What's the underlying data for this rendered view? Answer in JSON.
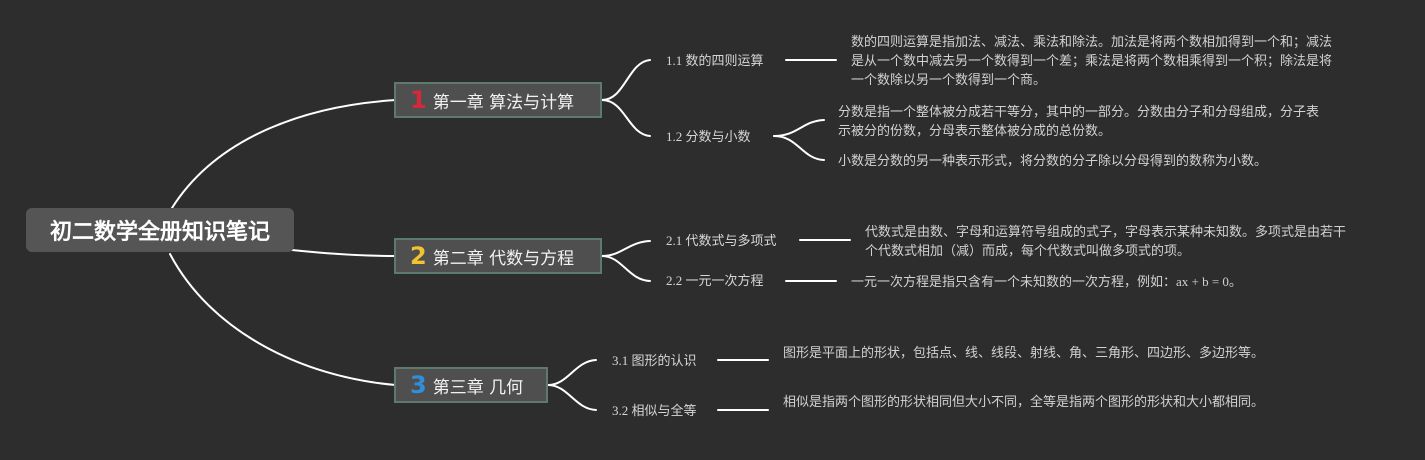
{
  "root": {
    "title": "初二数学全册知识笔记"
  },
  "chapters": [
    {
      "number": "1",
      "number_color": "#d6283a",
      "title": "第一章 算法与计算",
      "sections": [
        {
          "title": "1.1 数的四则运算",
          "descriptions": [
            "数的四则运算是指加法、减法、乘法和除法。加法是将两个数相加得到一个和；减法是从一个数中减去另一个数得到一个差；乘法是将两个数相乘得到一个积；除法是将一个数除以另一个数得到一个商。"
          ]
        },
        {
          "title": "1.2 分数与小数",
          "descriptions": [
            "分数是指一个整体被分成若干等分，其中的一部分。分数由分子和分母组成，分子表示被分的份数，分母表示整体被分成的总份数。",
            "小数是分数的另一种表示形式，将分数的分子除以分母得到的数称为小数。"
          ]
        }
      ]
    },
    {
      "number": "2",
      "number_color": "#f2c230",
      "title": "第二章 代数与方程",
      "sections": [
        {
          "title": "2.1 代数式与多项式",
          "descriptions": [
            "代数式是由数、字母和运算符号组成的式子，字母表示某种未知数。多项式是由若干个代数式相加（减）而成，每个代数式叫做多项式的项。"
          ]
        },
        {
          "title": "2.2 一元一次方程",
          "descriptions": [
            "一元一次方程是指只含有一个未知数的一次方程，例如：ax + b = 0。"
          ]
        }
      ]
    },
    {
      "number": "3",
      "number_color": "#2f8fd8",
      "title": "第三章 几何",
      "sections": [
        {
          "title": "3.1 图形的认识",
          "descriptions": [
            "图形是平面上的形状，包括点、线、线段、射线、角、三角形、四边形、多边形等。"
          ]
        },
        {
          "title": "3.2 相似与全等",
          "descriptions": [
            "相似是指两个图形的形状相同但大小不同，全等是指两个图形的形状和大小都相同。"
          ]
        }
      ]
    }
  ],
  "colors": {
    "background": "#2d2d2d",
    "connector": "#ffffff",
    "chapter_border": "#5e7a6d"
  }
}
